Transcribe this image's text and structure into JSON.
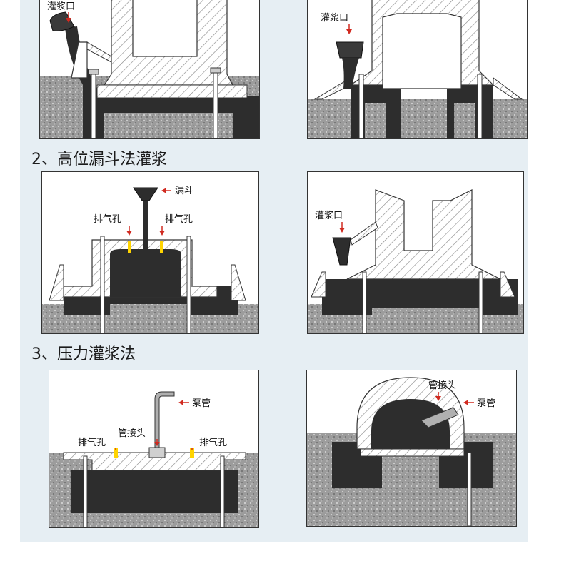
{
  "colors": {
    "panel": "#e6eef3",
    "grout": "#2e2e2e",
    "arrow": "#d12a20",
    "vent": "#ffd400",
    "hatch": "#808080",
    "concrete": "#9a9a9a"
  },
  "sections": {
    "funnel_title": "2、高位漏斗法灌浆",
    "pressure_title": "3、压力灌浆法"
  },
  "labels": {
    "pour_port": "灌浆口",
    "funnel": "漏斗",
    "vent_hole": "排气孔",
    "pump_pipe": "泵管",
    "pipe_joint": "管接头"
  }
}
